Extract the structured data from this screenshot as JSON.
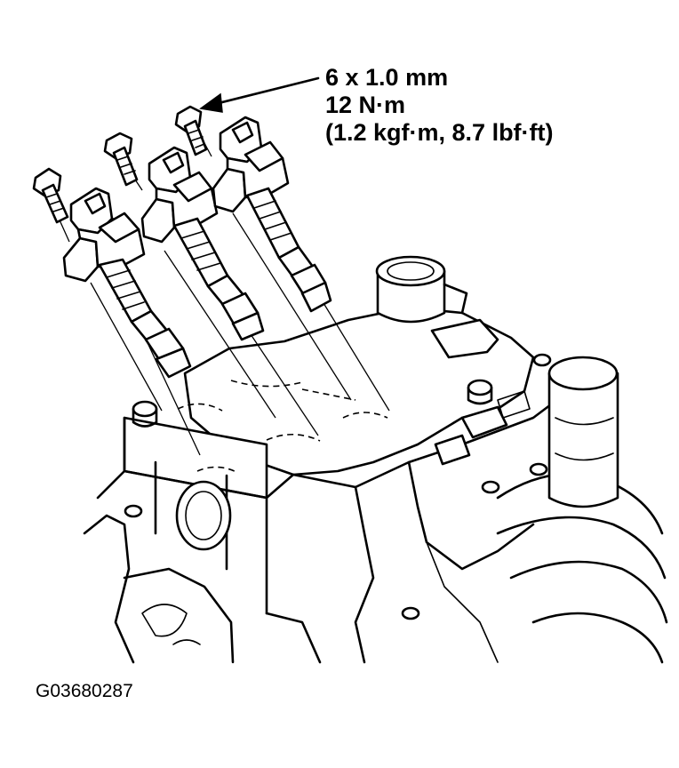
{
  "callout": {
    "line1": "6 x 1.0 mm",
    "line2": "12 N·m",
    "line3": "(1.2 kgf·m, 8.7 lbf·ft)"
  },
  "figure_id": "G03680287",
  "colors": {
    "ink": "#000000",
    "paper": "#ffffff"
  }
}
